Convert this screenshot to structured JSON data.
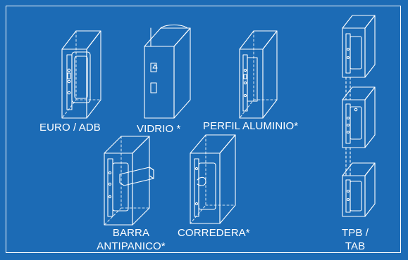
{
  "colors": {
    "background": "#1c6bb5",
    "line": "#ffffff"
  },
  "labels": {
    "euro_adb": "EURO / ADB",
    "vidrio": "VIDRIO *",
    "perfil": "PERFIL ALUMINIO*",
    "barra_line1": "BARRA",
    "barra_line2": "ANTIPANICO*",
    "corredera": "CORREDERA*",
    "tpb_line1": "TPB /",
    "tpb_line2": "TAB"
  }
}
